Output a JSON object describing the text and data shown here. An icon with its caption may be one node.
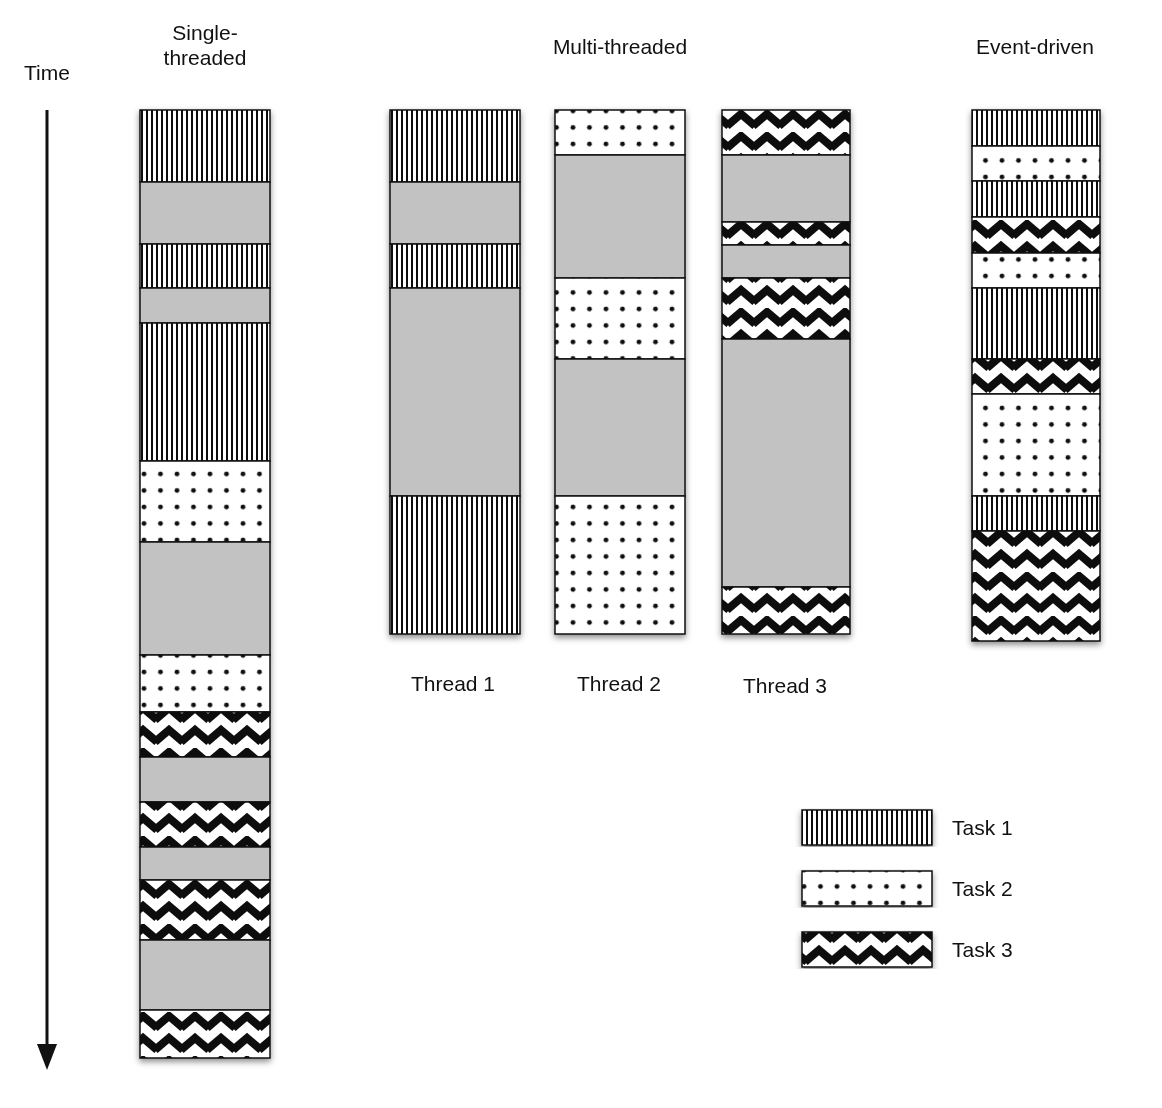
{
  "diagram": {
    "labels": [
      "Time",
      "Single- threaded",
      "Multi-threaded",
      "Event-driven",
      "Thread 1",
      "Thread 2",
      "Thread 3"
    ],
    "legend": [
      {
        "text": "Task 1"
      },
      {
        "text": "Task 2"
      },
      {
        "text": "Task 3"
      }
    ]
  }
}
